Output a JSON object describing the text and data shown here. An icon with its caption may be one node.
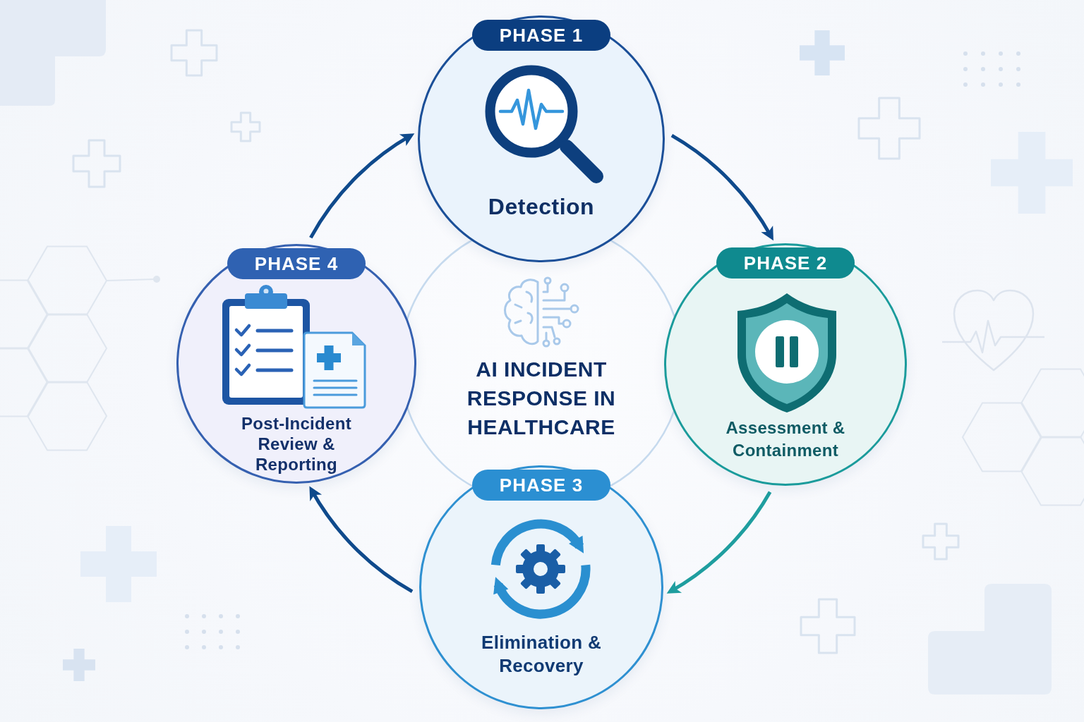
{
  "diagram": {
    "nodes": [
      {
        "text": [
          "PHASE 1",
          "Detection"
        ]
      },
      {
        "text": [
          "PHASE 2",
          "Assessment & Containment"
        ]
      },
      {
        "text": [
          "PHASE 3",
          "Elimination & Recovery"
        ]
      },
      {
        "text": [
          "PHASE 4",
          "Post-Incident Review & Reporting"
        ]
      },
      {
        "text": [
          "AI INCIDENT RESPONSE IN HEALTHCARE"
        ]
      }
    ],
    "edges": [
      {
        "from": 0,
        "to": 1,
        "arrow": "to"
      },
      {
        "from": 1,
        "to": 2,
        "arrow": "to",
        "color": "#1f9e9f"
      },
      {
        "from": 2,
        "to": 3,
        "arrow": "to"
      },
      {
        "from": 3,
        "to": 0,
        "arrow": "to"
      }
    ]
  }
}
